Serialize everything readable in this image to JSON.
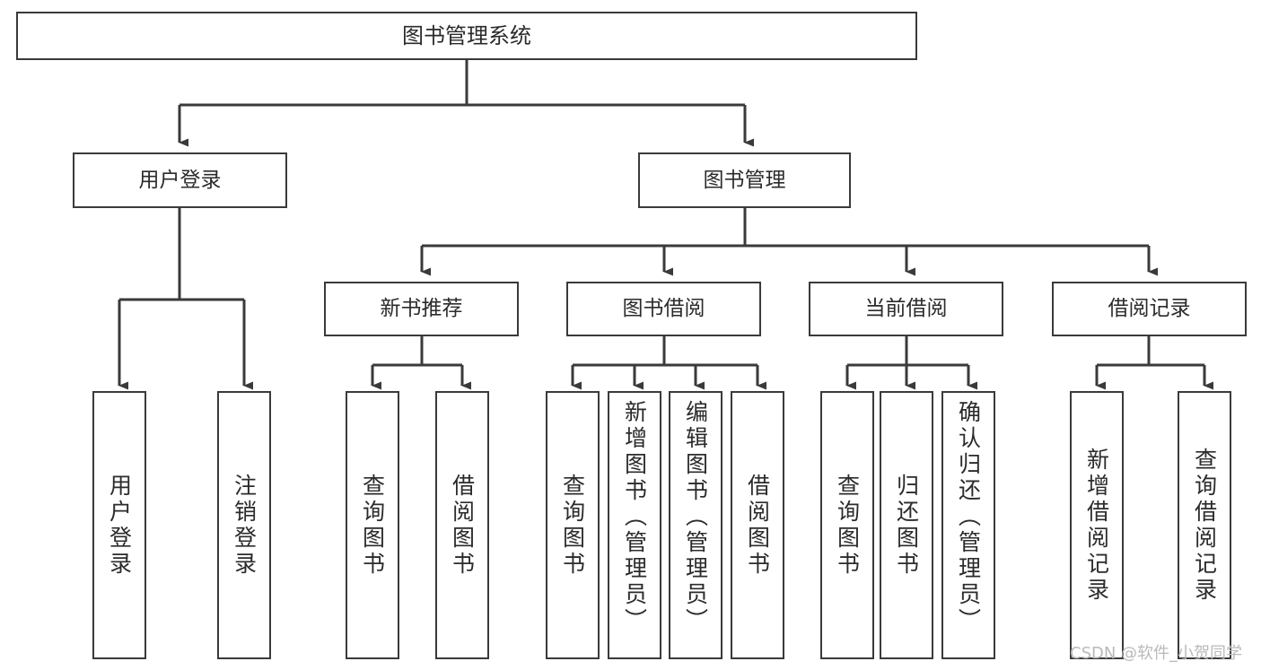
{
  "diagram": {
    "title": "图书管理系统",
    "type": "tree",
    "root": {
      "id": "root",
      "label": "图书管理系统",
      "orientation": "horizontal"
    },
    "level2": [
      {
        "id": "user-login",
        "label": "用户登录",
        "orientation": "horizontal"
      },
      {
        "id": "book-management",
        "label": "图书管理",
        "orientation": "horizontal"
      }
    ],
    "level3": [
      {
        "id": "new-book-recommend",
        "label": "新书推荐",
        "orientation": "horizontal",
        "parent": "book-management"
      },
      {
        "id": "book-borrow",
        "label": "图书借阅",
        "orientation": "horizontal",
        "parent": "book-management"
      },
      {
        "id": "current-borrow",
        "label": "当前借阅",
        "orientation": "horizontal",
        "parent": "book-management"
      },
      {
        "id": "borrow-record",
        "label": "借阅记录",
        "orientation": "horizontal",
        "parent": "book-management"
      }
    ],
    "leaves": [
      {
        "id": "leaf-user-login",
        "label": "用户登录",
        "orientation": "vertical",
        "parent": "user-login"
      },
      {
        "id": "leaf-logout",
        "label": "注销登录",
        "orientation": "vertical",
        "parent": "user-login"
      },
      {
        "id": "leaf-query-book-1",
        "label": "查询图书",
        "orientation": "vertical",
        "parent": "new-book-recommend"
      },
      {
        "id": "leaf-borrow-book-1",
        "label": "借阅图书",
        "orientation": "vertical",
        "parent": "new-book-recommend"
      },
      {
        "id": "leaf-query-book-2",
        "label": "查询图书",
        "orientation": "vertical",
        "parent": "book-borrow"
      },
      {
        "id": "leaf-add-book",
        "label": "新增图书（管理员）",
        "orientation": "vertical",
        "parent": "book-borrow"
      },
      {
        "id": "leaf-edit-book",
        "label": "编辑图书（管理员）",
        "orientation": "vertical",
        "parent": "book-borrow"
      },
      {
        "id": "leaf-borrow-book-2",
        "label": "借阅图书",
        "orientation": "vertical",
        "parent": "book-borrow"
      },
      {
        "id": "leaf-query-book-3",
        "label": "查询图书",
        "orientation": "vertical",
        "parent": "current-borrow"
      },
      {
        "id": "leaf-return-book",
        "label": "归还图书",
        "orientation": "vertical",
        "parent": "current-borrow"
      },
      {
        "id": "leaf-confirm-return",
        "label": "确认归还（管理员）",
        "orientation": "vertical",
        "parent": "current-borrow"
      },
      {
        "id": "leaf-add-record",
        "label": "新增借阅记录",
        "orientation": "vertical",
        "parent": "borrow-record"
      },
      {
        "id": "leaf-query-record",
        "label": "查询借阅记录",
        "orientation": "vertical",
        "parent": "borrow-record"
      }
    ],
    "colors": {
      "stroke": "#3a3a3a",
      "background": "#ffffff",
      "text": "#2b2b2b",
      "watermark": "#b9b9b9"
    }
  },
  "watermark": {
    "text": "CSDN @软件_小贺同学"
  }
}
